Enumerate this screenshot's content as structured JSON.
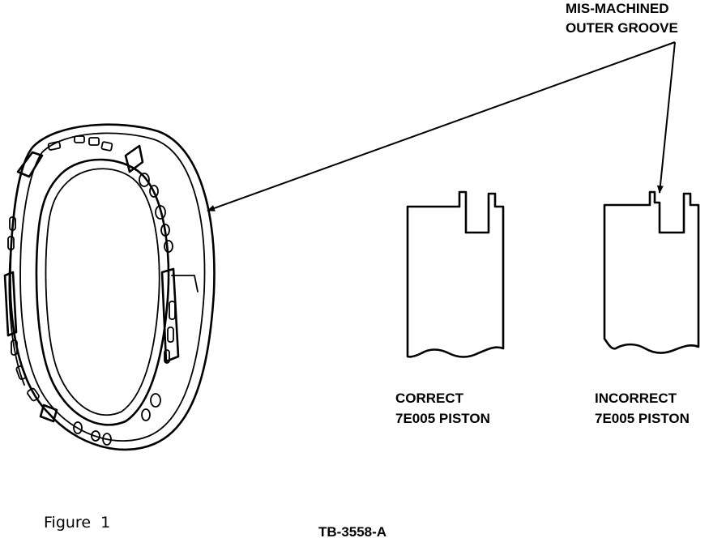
{
  "callout": {
    "line1": "MIS-MACHINED",
    "line2": "OUTER GROOVE"
  },
  "pistons": [
    {
      "line1": "CORRECT",
      "line2": "7E005 PISTON"
    },
    {
      "line1": "INCORRECT",
      "line2": "7E005 PISTON"
    }
  ],
  "figure_caption": "Figure  1",
  "reference_code": "TB-3558-A"
}
